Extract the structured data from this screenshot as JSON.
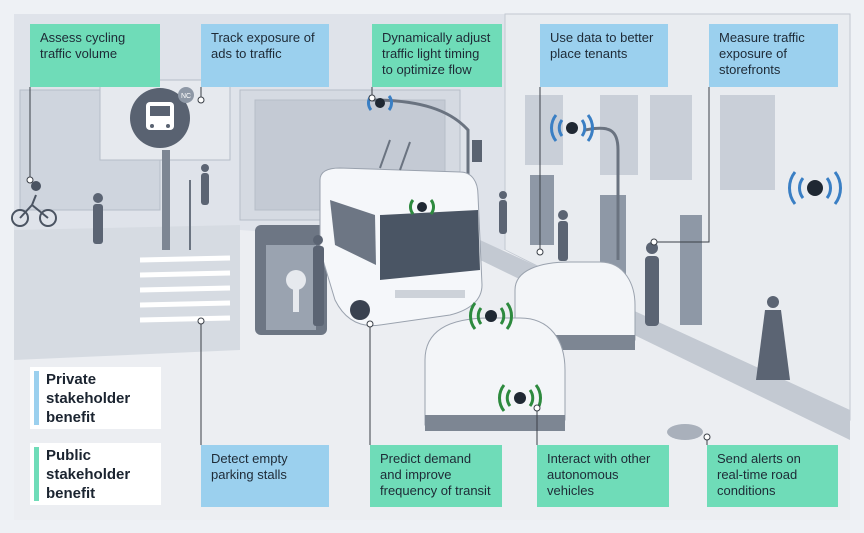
{
  "colors": {
    "private_benefit": "#9bd0ee",
    "public_benefit": "#6fdcb8",
    "signal": "#2d8a3e",
    "wifi": "#3a7fc4"
  },
  "callouts": {
    "assess_cycling": "Assess cycling traffic volume",
    "track_ads": "Track exposure of ads to traffic",
    "traffic_light": "Dynamically adjust traffic light timing to optimize flow",
    "place_tenants": "Use data to better place tenants",
    "storefronts": "Measure traffic exposure of storefronts",
    "parking": "Detect empty parking stalls",
    "transit": "Predict demand and improve frequency of transit",
    "vehicles": "Interact with other autonomous vehicles",
    "road_alerts": "Send alerts on real-time road conditions"
  },
  "legend": {
    "private": "Private stakeholder benefit",
    "public": "Public stakeholder benefit"
  },
  "icons": {
    "bus_sign": "bus-sign-icon",
    "bus_sign_badge": "NC",
    "sensor": "wireless-sensor-icon",
    "camera": "camera-icon"
  }
}
